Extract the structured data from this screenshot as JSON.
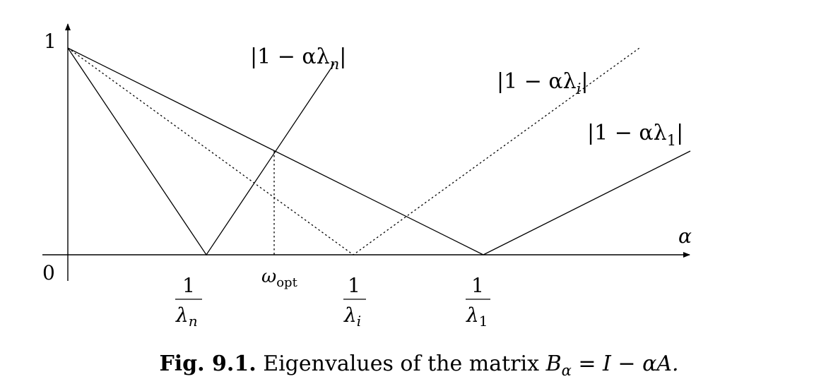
{
  "figure": {
    "caption": {
      "prefix": "Fig. 9.1.",
      "text": " Eigenvalues of the matrix ",
      "b_symbol": "B",
      "b_sub": "α",
      "rest": " = I − αA."
    }
  },
  "axes": {
    "y_tick_top": "1",
    "origin": "0",
    "x_label": "α"
  },
  "lines": {
    "n": {
      "pre": "|1 − αλ",
      "sub": "n",
      "post": "|"
    },
    "i": {
      "pre": "|1 − αλ",
      "sub": "i",
      "post": "|"
    },
    "one": {
      "pre": "|1 − αλ",
      "sub": "1",
      "post": "|"
    }
  },
  "ticks": {
    "inv_lambda_n": {
      "num": "1",
      "den": "λ",
      "sub": "n"
    },
    "inv_lambda_i": {
      "num": "1",
      "den": "λ",
      "sub": "i"
    },
    "inv_lambda_1": {
      "num": "1",
      "den": "λ",
      "sub": "1"
    },
    "omega": {
      "sym": "ω",
      "sub": "opt"
    }
  },
  "style": {
    "ink": "#000000",
    "background": "#ffffff"
  }
}
